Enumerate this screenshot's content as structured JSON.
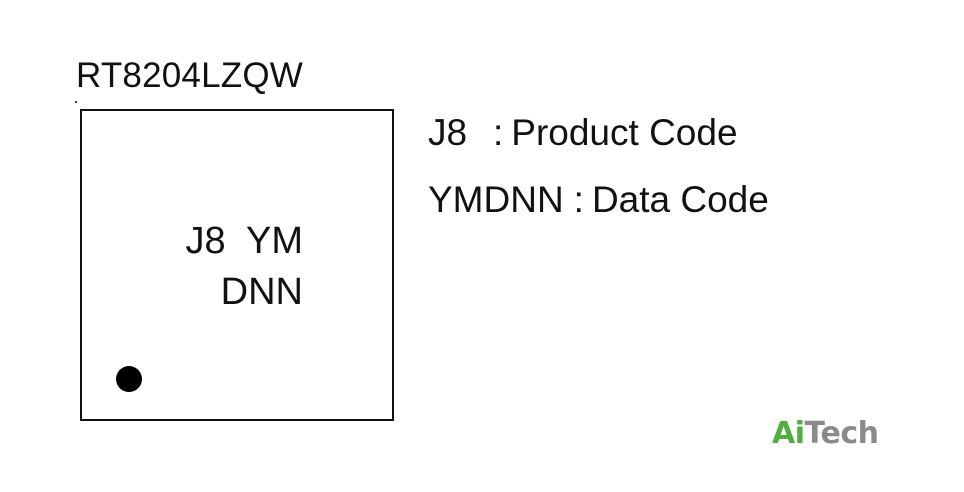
{
  "part_number": "RT8204LZQW",
  "package": {
    "marking_line_1": "J8  YM",
    "marking_line_2": "DNN"
  },
  "legend": [
    {
      "code": "J8",
      "separator": ":",
      "description": "Product Code"
    },
    {
      "code": "YMDNN",
      "separator": ":",
      "description": "Data Code"
    }
  ],
  "brand": {
    "ai": "Ai",
    "tech": "Tech",
    "colors": {
      "ai": "#4fae3f",
      "tech": "#8a8a8a"
    }
  }
}
